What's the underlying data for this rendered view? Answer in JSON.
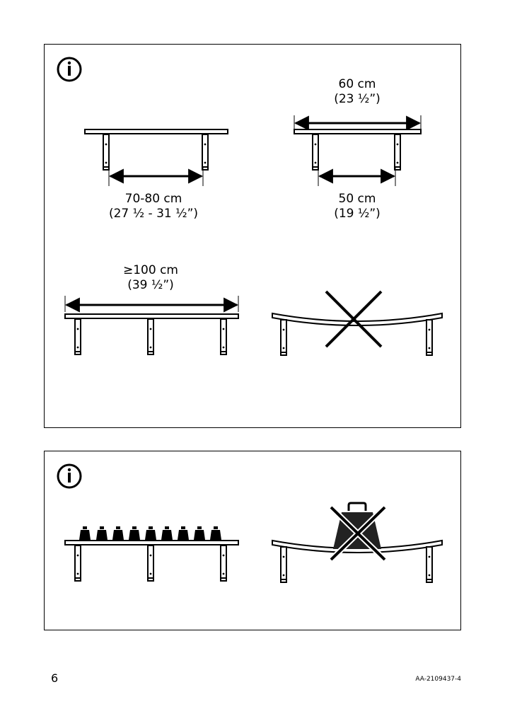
{
  "top_panel": {
    "icon": "info-icon",
    "spacing_70_80": {
      "metric": "70-80 cm",
      "imperial": "(27 ½ - 31 ½”)"
    },
    "width_60": {
      "metric": "60 cm",
      "imperial": "(23 ½”)"
    },
    "spacing_50": {
      "metric": "50 cm",
      "imperial": "(19 ½”)"
    },
    "width_100": {
      "metric": "≥100 cm",
      "imperial": "(39 ½”)"
    }
  },
  "bottom_panel": {
    "icon": "info-icon"
  },
  "footer": {
    "page_number": "6",
    "doc_code": "AA-2109437-4"
  }
}
